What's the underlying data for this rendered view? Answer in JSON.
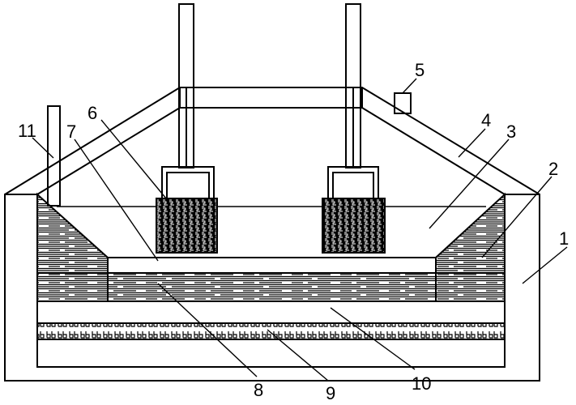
{
  "labels": {
    "l1": "1",
    "l2": "2",
    "l3": "3",
    "l4": "4",
    "l5": "5",
    "l6": "6",
    "l7": "7",
    "l8": "8",
    "l9": "9",
    "l10": "10",
    "l11": "11"
  }
}
